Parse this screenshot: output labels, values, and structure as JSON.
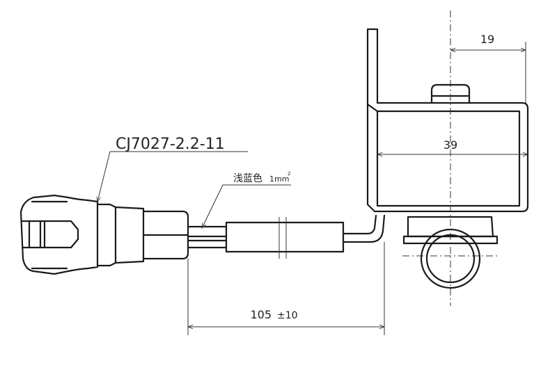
{
  "labels": {
    "connector_part_no": "CJ7027-2.2-11",
    "wire_spec": "浅蓝色",
    "wire_size": "1mm",
    "wire_size_exp": "2"
  },
  "dimensions": {
    "offset": "19",
    "body_width": "39",
    "cable_length": "105",
    "cable_tolerance": "±10"
  },
  "colors": {
    "line": "#1a1a1a",
    "background": "#ffffff"
  }
}
